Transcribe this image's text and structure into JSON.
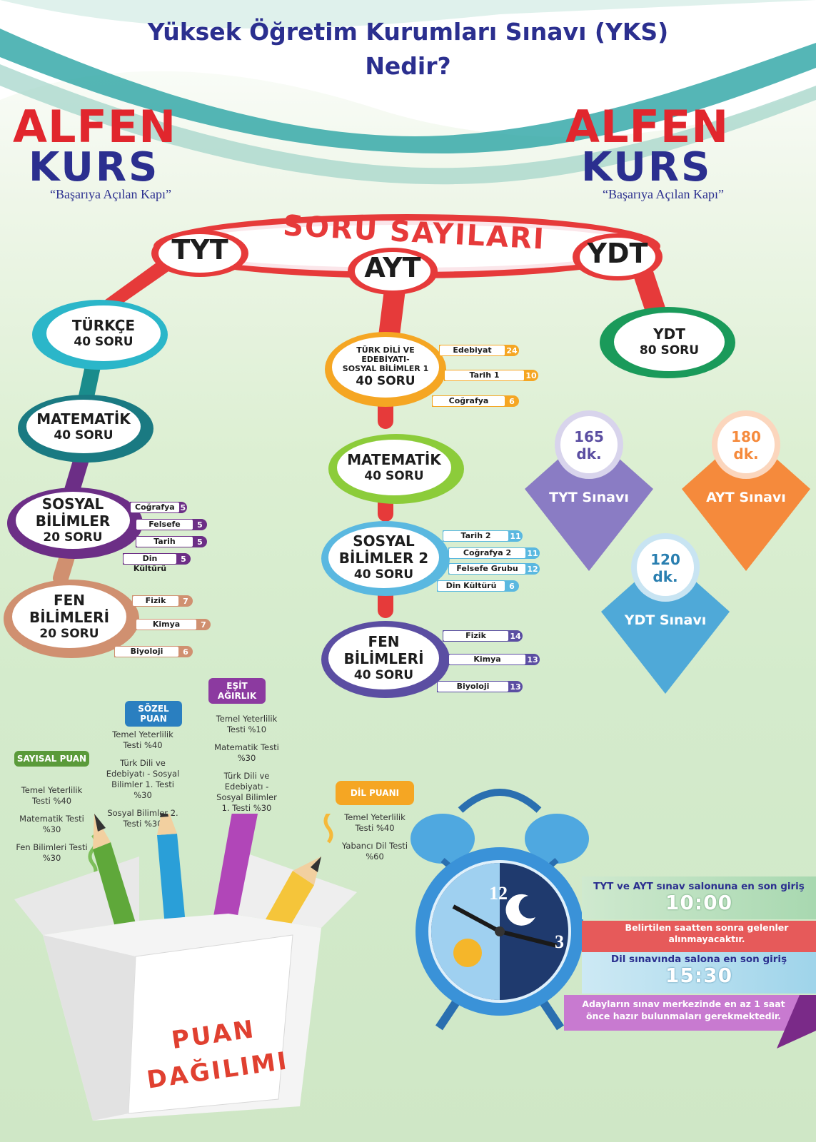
{
  "title": {
    "line1": "Yüksek Öğretim Kurumları Sınavı (YKS)",
    "line2": "Nedir?"
  },
  "logo": {
    "alfen": "ALFEN",
    "kurs": "KURS",
    "slogan": "“Başarıya Açılan Kapı”"
  },
  "banner": {
    "title": "SORU SAYILARI",
    "tyt": "TYT",
    "ayt": "AYT",
    "ydt": "YDT"
  },
  "tyt": {
    "turkce": {
      "name": "TÜRKÇE",
      "count": "40 SORU"
    },
    "matematik": {
      "name": "MATEMATİK",
      "count": "40 SORU"
    },
    "sosyal": {
      "name1": "SOSYAL",
      "name2": "BİLİMLER",
      "count": "20 SORU",
      "subs": [
        {
          "label": "Coğrafya",
          "n": "5"
        },
        {
          "label": "Felsefe",
          "n": "5"
        },
        {
          "label": "Tarih",
          "n": "5"
        },
        {
          "label": "Din Kültürü",
          "n": "5"
        }
      ]
    },
    "fen": {
      "name1": "FEN",
      "name2": "BİLİMLERİ",
      "count": "20 SORU",
      "subs": [
        {
          "label": "Fizik",
          "n": "7"
        },
        {
          "label": "Kimya",
          "n": "7"
        },
        {
          "label": "Biyoloji",
          "n": "6"
        }
      ]
    }
  },
  "ayt": {
    "turk": {
      "name1": "TÜRK DİLİ VE",
      "name2": "EDEBİYATI-",
      "name3": "SOSYAL BİLİMLER 1",
      "count": "40 SORU",
      "subs": [
        {
          "label": "Edebiyat",
          "n": "24"
        },
        {
          "label": "Tarih 1",
          "n": "10"
        },
        {
          "label": "Coğrafya",
          "n": "6"
        }
      ]
    },
    "matematik": {
      "name": "MATEMATİK",
      "count": "40 SORU"
    },
    "sosyal2": {
      "name1": "SOSYAL",
      "name2": "BİLİMLER 2",
      "count": "40 SORU",
      "subs": [
        {
          "label": "Tarih 2",
          "n": "11"
        },
        {
          "label": "Coğrafya 2",
          "n": "11"
        },
        {
          "label": "Felsefe Grubu",
          "n": "12"
        },
        {
          "label": "Din Kültürü",
          "n": "6"
        }
      ]
    },
    "fen": {
      "name1": "FEN",
      "name2": "BİLİMLERİ",
      "count": "40 SORU",
      "subs": [
        {
          "label": "Fizik",
          "n": "14"
        },
        {
          "label": "Kimya",
          "n": "13"
        },
        {
          "label": "Biyoloji",
          "n": "13"
        }
      ]
    }
  },
  "ydt": {
    "name": "YDT",
    "count": "80 SORU"
  },
  "durations": [
    {
      "time": "165",
      "unit": "dk.",
      "label": "TYT Sınavı",
      "color": "#8a7cc4"
    },
    {
      "time": "180",
      "unit": "dk.",
      "label": "AYT Sınavı",
      "color": "#f58a3c"
    },
    {
      "time": "120",
      "unit": "dk.",
      "label": "YDT Sınavı",
      "color": "#4fa9d8"
    }
  ],
  "puan": {
    "sayisal": {
      "title": "SAYISAL PUAN",
      "lines": [
        "Temel Yeterlilik Testi %40",
        "Matematik Testi %30",
        "Fen Bilimleri Testi %30"
      ]
    },
    "sozel": {
      "title": "SÖZEL PUAN",
      "lines": [
        "Temel Yeterlilik Testi %40",
        "Türk Dili ve Edebiyatı - Sosyal Bilimler 1. Testi %30",
        "Sosyal Bilimler 2. Testi %30"
      ]
    },
    "esit": {
      "title": "EŞİT AĞIRLIK",
      "lines": [
        "Temel Yeterlilik Testi %10",
        "Matematik Testi %30",
        "Türk Dili ve Edebiyatı - Sosyal Bilimler 1. Testi %30"
      ]
    },
    "dil": {
      "title": "DİL PUANI",
      "lines": [
        "Temel Yeterlilik Testi %40",
        "Yabancı Dil Testi %60"
      ]
    },
    "box1": "PUAN",
    "box2": "DAĞILIMI"
  },
  "clock": {
    "n12": "12",
    "n3": "3"
  },
  "info": {
    "line1": "TYT ve AYT sınav salonuna en son giriş",
    "time1": "10:00",
    "warn": "Belirtilen saatten sonra gelenler alınmayacaktır.",
    "line2": "Dil sınavında salona en son giriş",
    "time2": "15:30",
    "note": "Adayların sınav merkezinde en az 1 saat önce hazır bulunmaları gerekmektedir."
  }
}
